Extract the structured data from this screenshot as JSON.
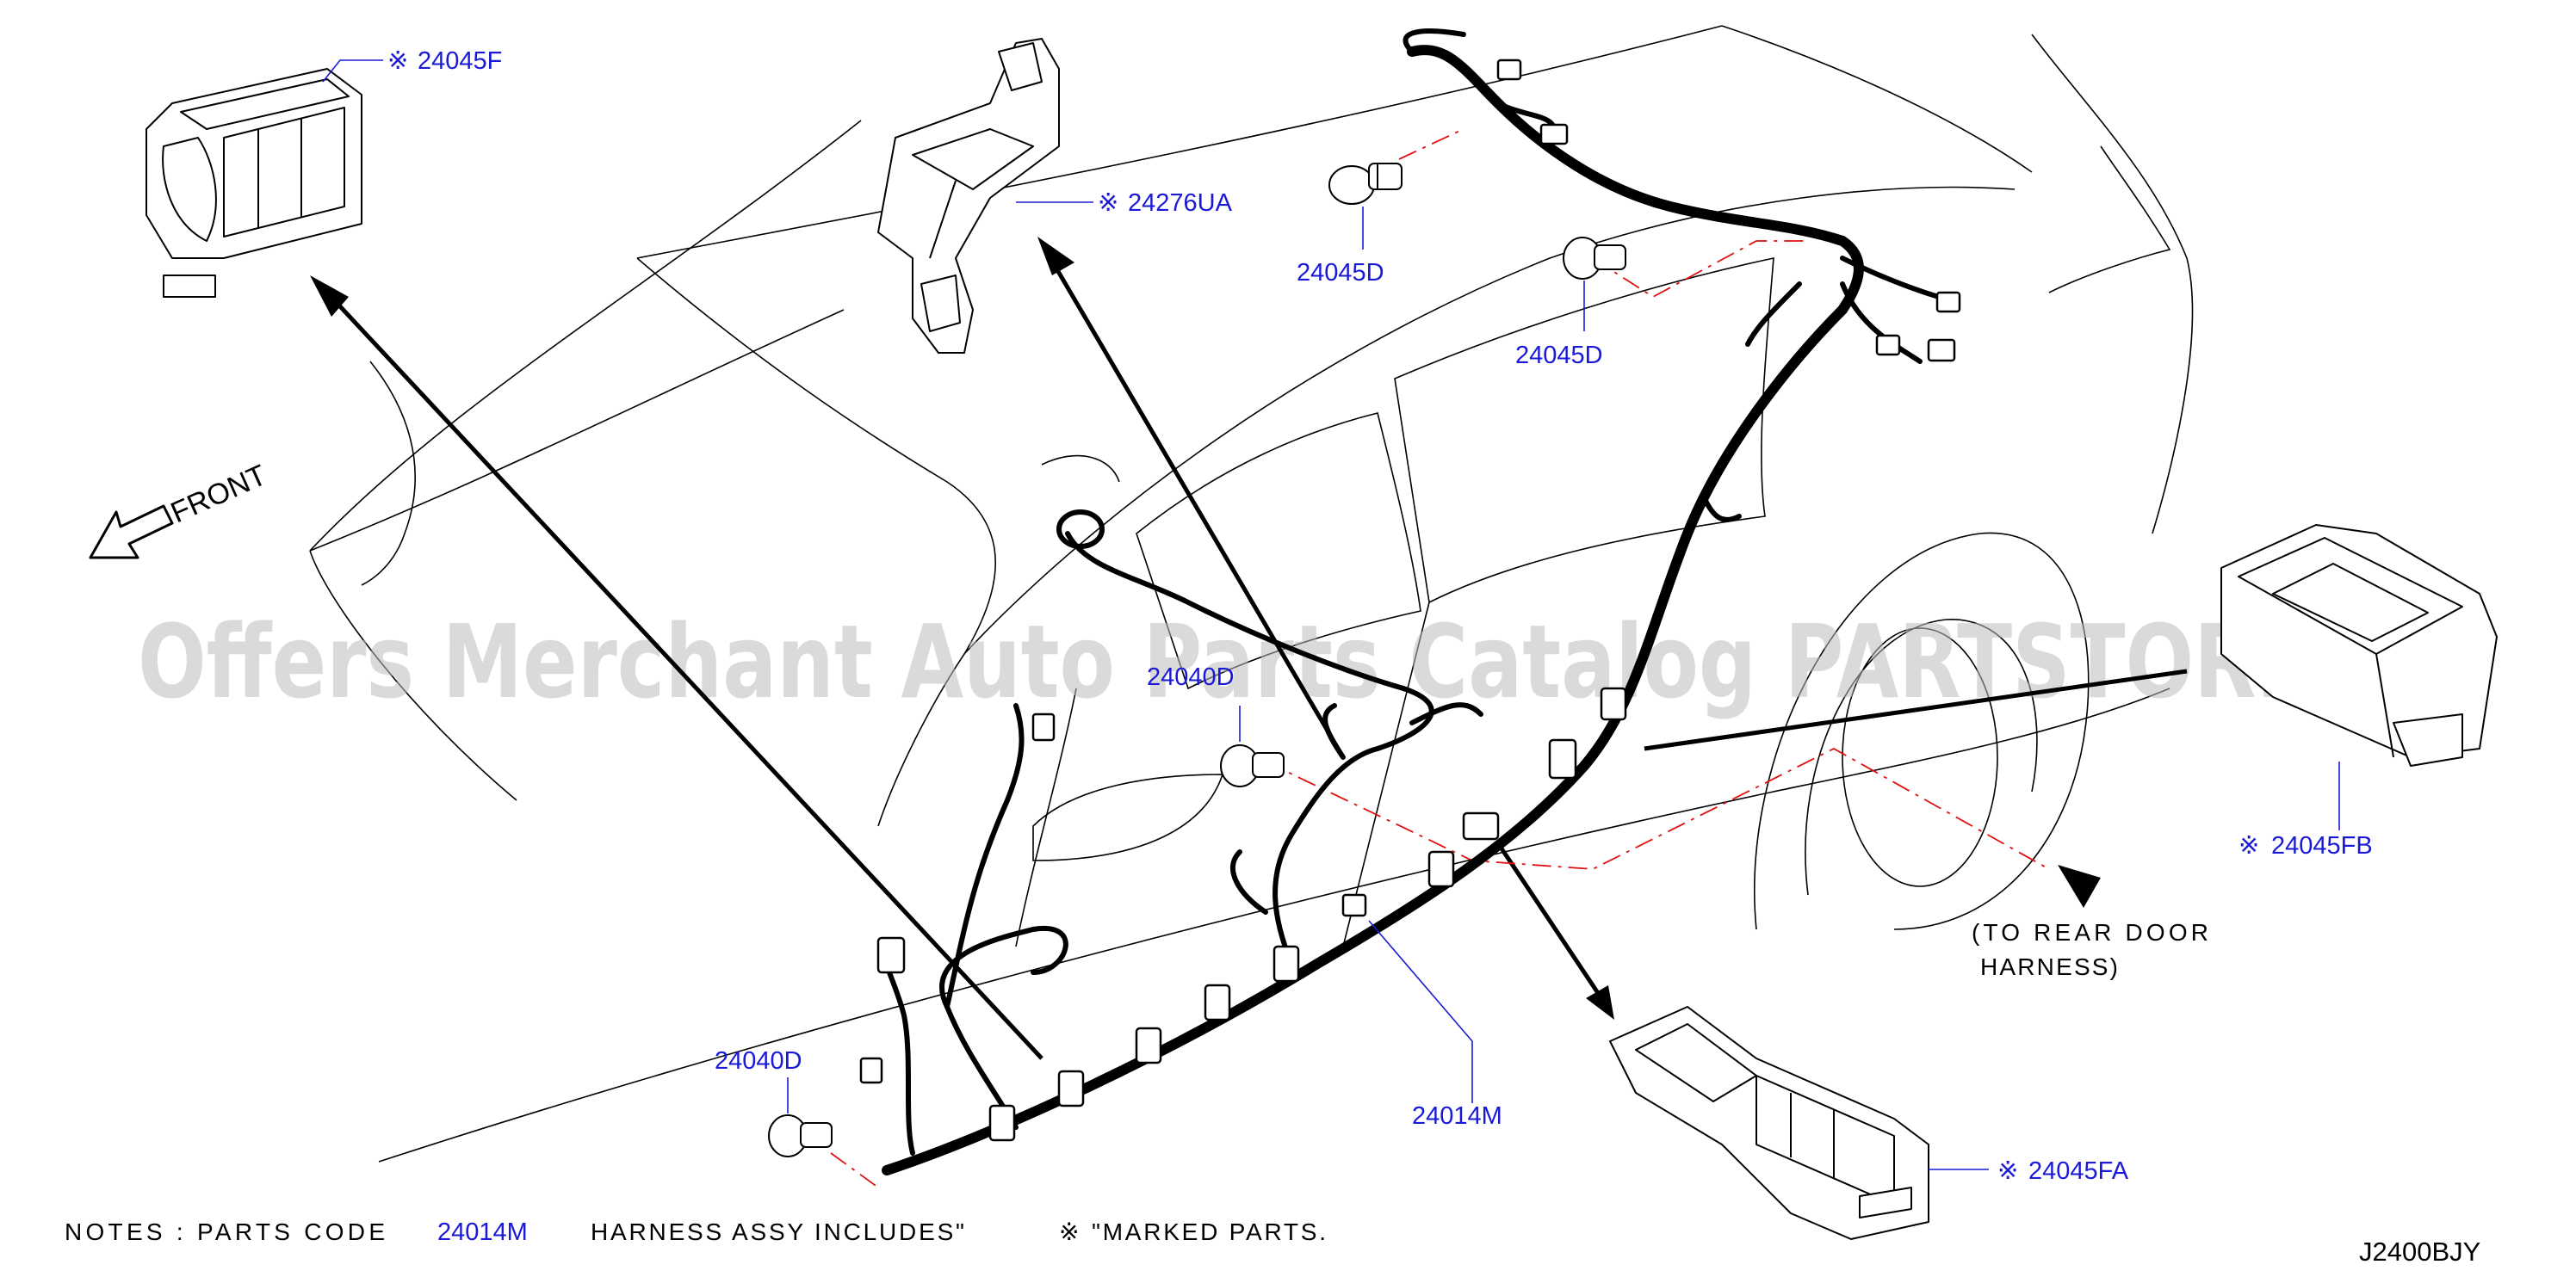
{
  "callouts": {
    "clip_top_left": "24045F",
    "clip_top_center": "24276UA",
    "bolt_top": "24045D",
    "bolt_mid": "24045D",
    "bolt_center": "24040D",
    "bolt_bottom": "24040D",
    "harness_main": "24014M",
    "clip_right": "24045FB",
    "clip_bottom_right": "24045FA"
  },
  "marked_symbol": "※",
  "front_label": "FRONT",
  "rear_door_note": {
    "line1": "(TO REAR DOOR",
    "line2": "HARNESS)"
  },
  "notes": {
    "prefix": "NOTES : PARTS CODE",
    "code": "24014M",
    "middle": "HARNESS ASSY INCLUDES\"",
    "suffix": "\"MARKED PARTS."
  },
  "diagram_id": "J2400BJY",
  "watermark": "Offers Merchant Auto Parts Catalog PARTSTORE.SA",
  "colors": {
    "label_blue": "#1a1ad6",
    "red_dash": "#e01010",
    "watermark_gray": "#bdbdbd"
  }
}
